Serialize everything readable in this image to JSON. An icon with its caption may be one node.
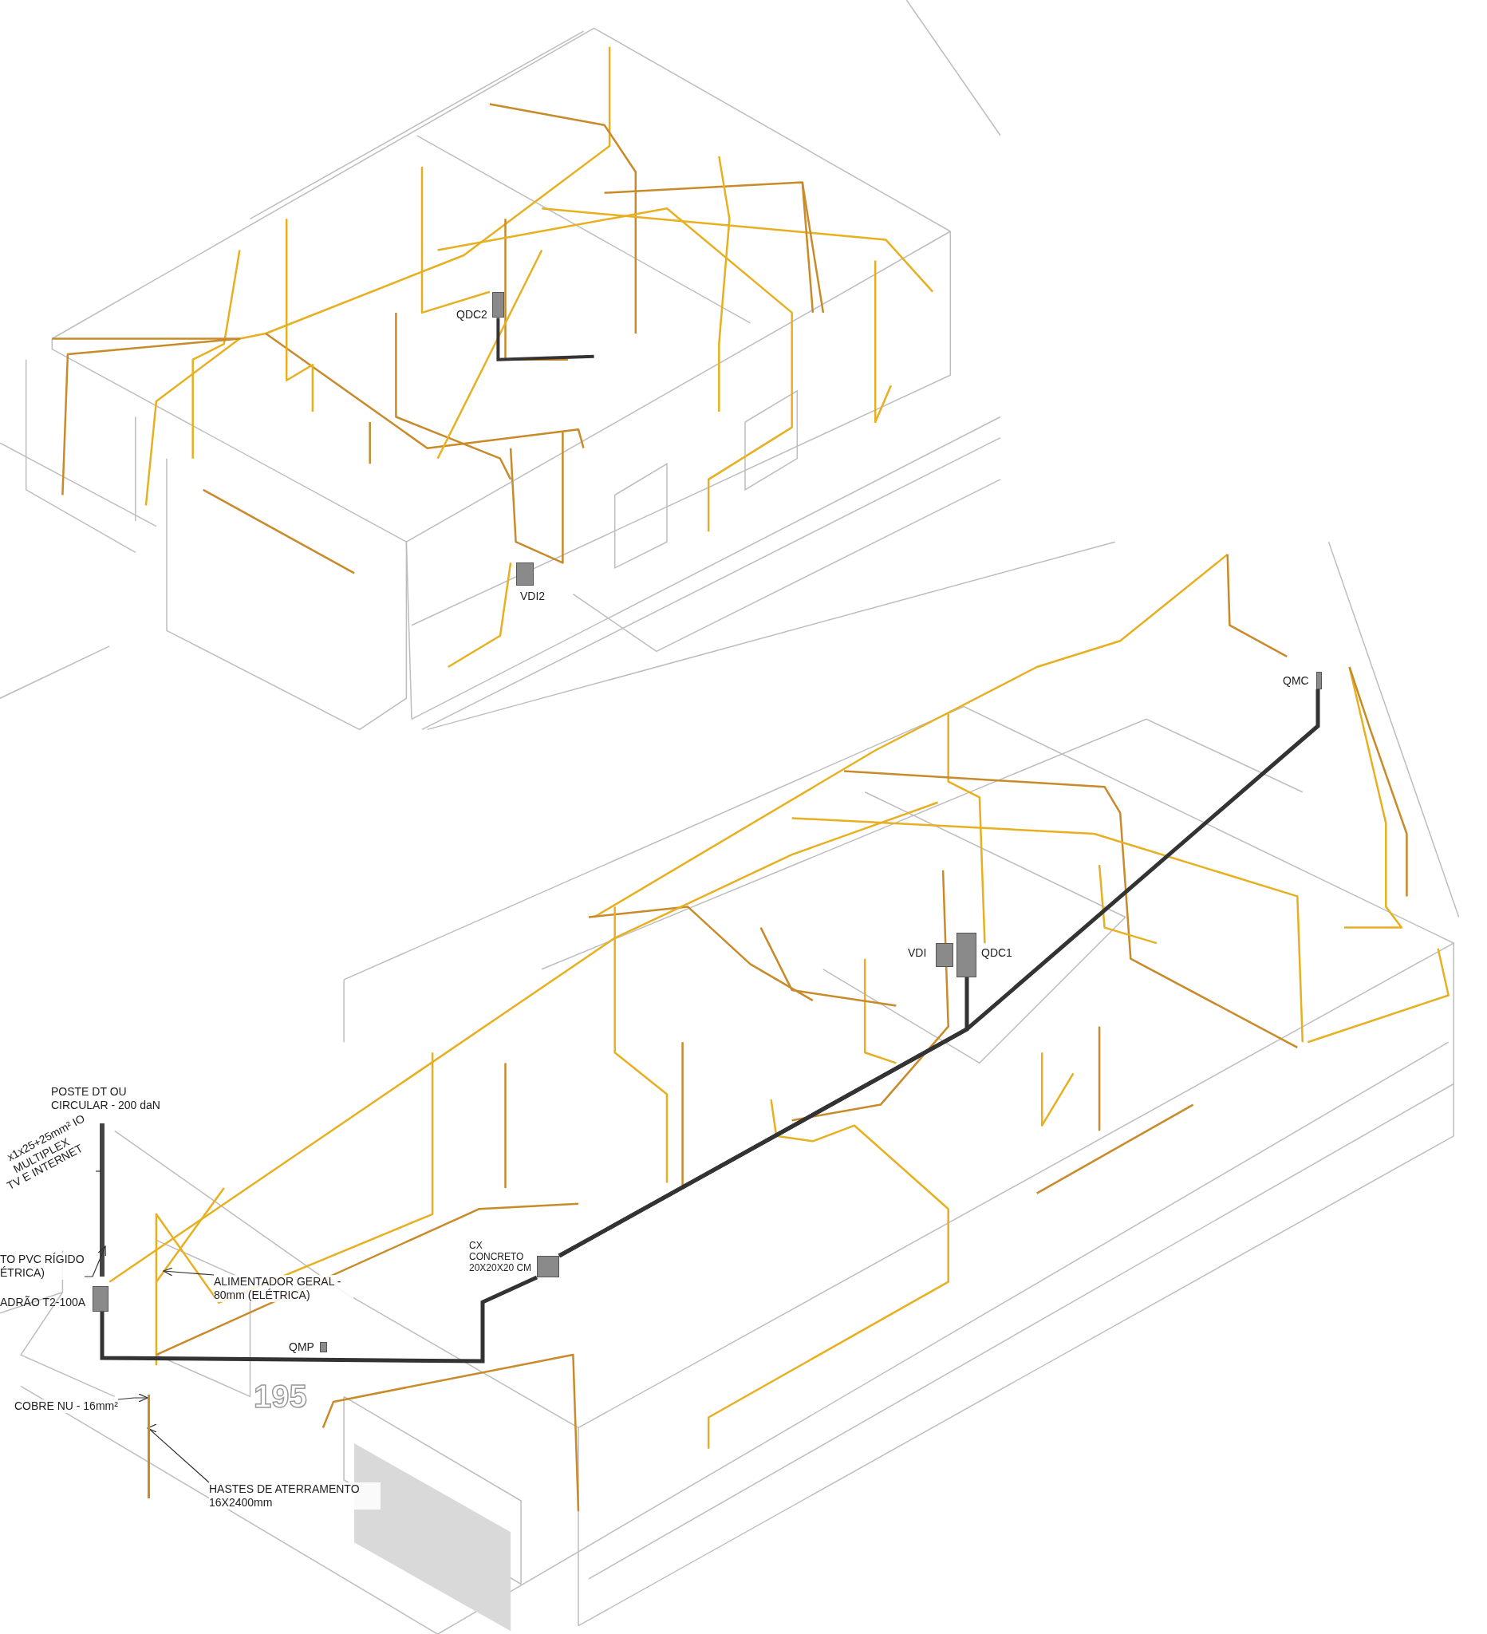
{
  "diagram": {
    "nodes": [
      {
        "text": [],
        "shape": "box",
        "beside": [
          "QDC2"
        ]
      },
      {
        "text": [],
        "shape": "box",
        "beside": [
          "VDI2"
        ]
      },
      {
        "text": [],
        "shape": "box",
        "beside": [
          "QMC"
        ]
      },
      {
        "text": [],
        "shape": "box",
        "beside": [
          "VDI"
        ]
      },
      {
        "text": [],
        "shape": "box",
        "beside": [
          "QDC1"
        ]
      },
      {
        "text": [],
        "shape": "box",
        "beside": [
          "CX CONCRETO 20X20X20 CM"
        ]
      },
      {
        "text": [],
        "shape": "box",
        "beside": [
          "QMP"
        ]
      },
      {
        "text": [],
        "shape": "box",
        "beside": [
          "ADRÃO T2-100A"
        ]
      },
      {
        "text": [
          "TV E INTERNET"
        ]
      },
      {
        "text": [
          "TO PVC RÍGIDO ÉTRICA)"
        ]
      },
      {
        "text": [
          "ALIMENTADOR GERAL - 80mm (ELÉTRICA)"
        ]
      },
      {
        "text": [
          "COBRE NU - 16mm²"
        ]
      },
      {
        "text": [
          "HASTES DE ATERRAMENTO 16X2400mm"
        ]
      },
      {
        "text": [],
        "shape": "bar"
      }
    ],
    "edges": [
      {
        "from": 7,
        "to": 5,
        "arrow": "none",
        "style": "thick"
      },
      {
        "from": 5,
        "to": 4,
        "arrow": "none",
        "style": "thick"
      },
      {
        "from": 5,
        "to": 2,
        "arrow": "none",
        "style": "thick"
      },
      {
        "from": 8,
        "to": null,
        "arrow": "none"
      },
      {
        "from": 9,
        "to": null,
        "arrow": "to"
      },
      {
        "from": 10,
        "to": null,
        "arrow": "to"
      },
      {
        "from": 11,
        "to": 13,
        "arrow": "to"
      },
      {
        "from": 12,
        "to": 13,
        "arrow": "to"
      }
    ],
    "labels": [
      "POSTE DT OU CIRCULAR - 200 daN",
      "x1x25+25mm² IO MULTIPLEX",
      "195"
    ]
  }
}
